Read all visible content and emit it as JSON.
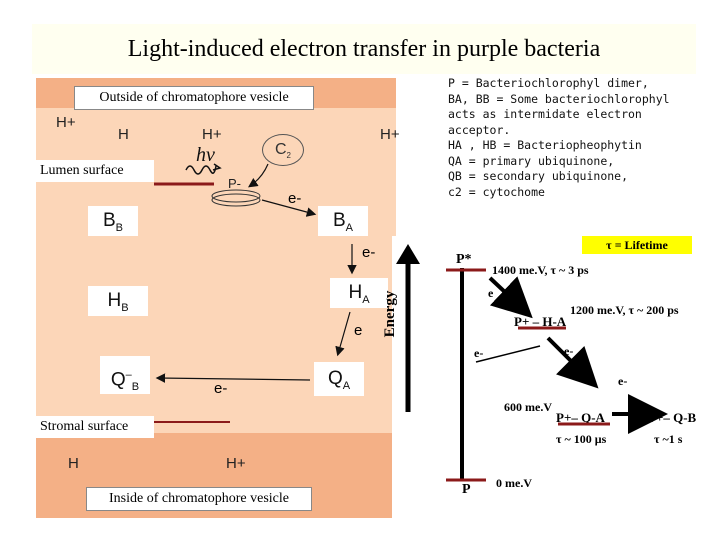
{
  "title": "Light-induced electron transfer in purple bacteria",
  "membrane": {
    "outside_label": "Outside of chromatophore vesicle",
    "inside_label": "Inside of chromatophore vesicle",
    "lumen_label": "Lumen surface",
    "stromal_label": "Stromal surface",
    "colors": {
      "membrane": "#fcd6b8",
      "band": "#f4b086",
      "title_bg": "#fffff0"
    }
  },
  "protons": {
    "top_1": "H+",
    "top_2": "H",
    "top_3": "H+",
    "top_4": "H+",
    "bottom_1": "H",
    "bottom_2": "H+"
  },
  "cofactors": {
    "bb": "B",
    "bb_sub": "B",
    "ba": "B",
    "ba_sub": "A",
    "hb": "H",
    "hb_sub": "B",
    "ha": "H",
    "ha_sub": "A",
    "qb": "Q",
    "qb_sub": "B",
    "qb_sup": "–",
    "qa": "Q",
    "qa_sub": "A",
    "c2": "C",
    "c2_sub": "2",
    "p_minus": "P-",
    "hv": "hν"
  },
  "electrons": {
    "e1": "e-",
    "e2": "e-",
    "e3": "e",
    "e4": "e-"
  },
  "legend": [
    "P = Bacteriochlorophyl dimer,",
    "BA, BB = Some bacteriochlorophyl",
    "acts as intermidate electron acceptor.",
    "HA , HB = Bacteriopheophytin",
    "QA = primary ubiquinone,",
    "QB = secondary ubiquinone,",
    "c2 = cytochome"
  ],
  "energy": {
    "axis_label": "Energy",
    "lifetime_label": "τ = Lifetime",
    "p_star": "P*",
    "state1_text": "1400 me.V, τ ~ 3 ps",
    "e_a": "e",
    "state2_species": "P+ – H-A",
    "state2_text": "1200 me.V, τ ~ 200 ps",
    "e_b": "e-",
    "e_c": "e-",
    "e_d": "e-",
    "state3_energy": "600 me.V",
    "state3_species": "P+– Q-A",
    "state3_lifetime": "τ ~ 100 μs",
    "state4_species": "P+– Q-B",
    "state4_lifetime": "τ ~1 s",
    "ground": "P",
    "ground_energy": "0 me.V",
    "colors": {
      "lifetime_bg": "#ffff00",
      "level_line": "#8b1a1a",
      "arrow": "#000000"
    }
  }
}
